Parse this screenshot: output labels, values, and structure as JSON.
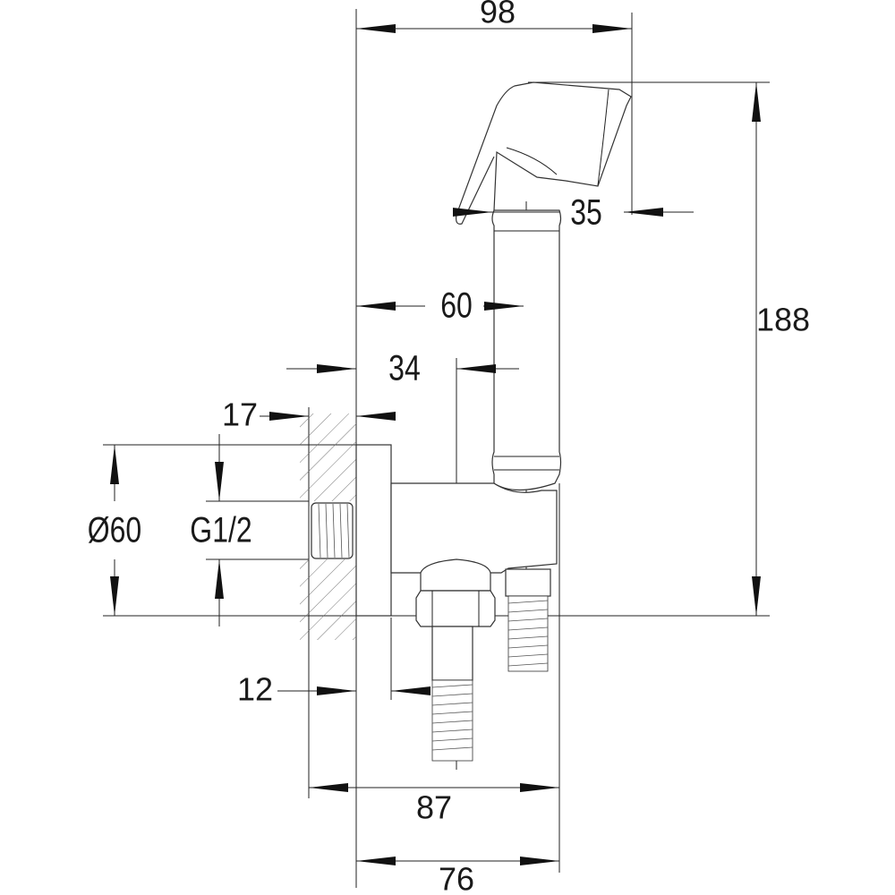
{
  "drawing": {
    "dimensions": {
      "overall_width": "98",
      "overall_height": "188",
      "spray_head_depth": "35",
      "hose_axis_offset": "60",
      "outlet_axis_offset": "34",
      "wall_thickness": "17",
      "flange_diameter": "Ø60",
      "thread": "G1/2",
      "flange_depth": "12",
      "total_depth": "87",
      "body_depth": "76"
    },
    "colors": {
      "line": "#222222",
      "background": "#ffffff"
    }
  }
}
